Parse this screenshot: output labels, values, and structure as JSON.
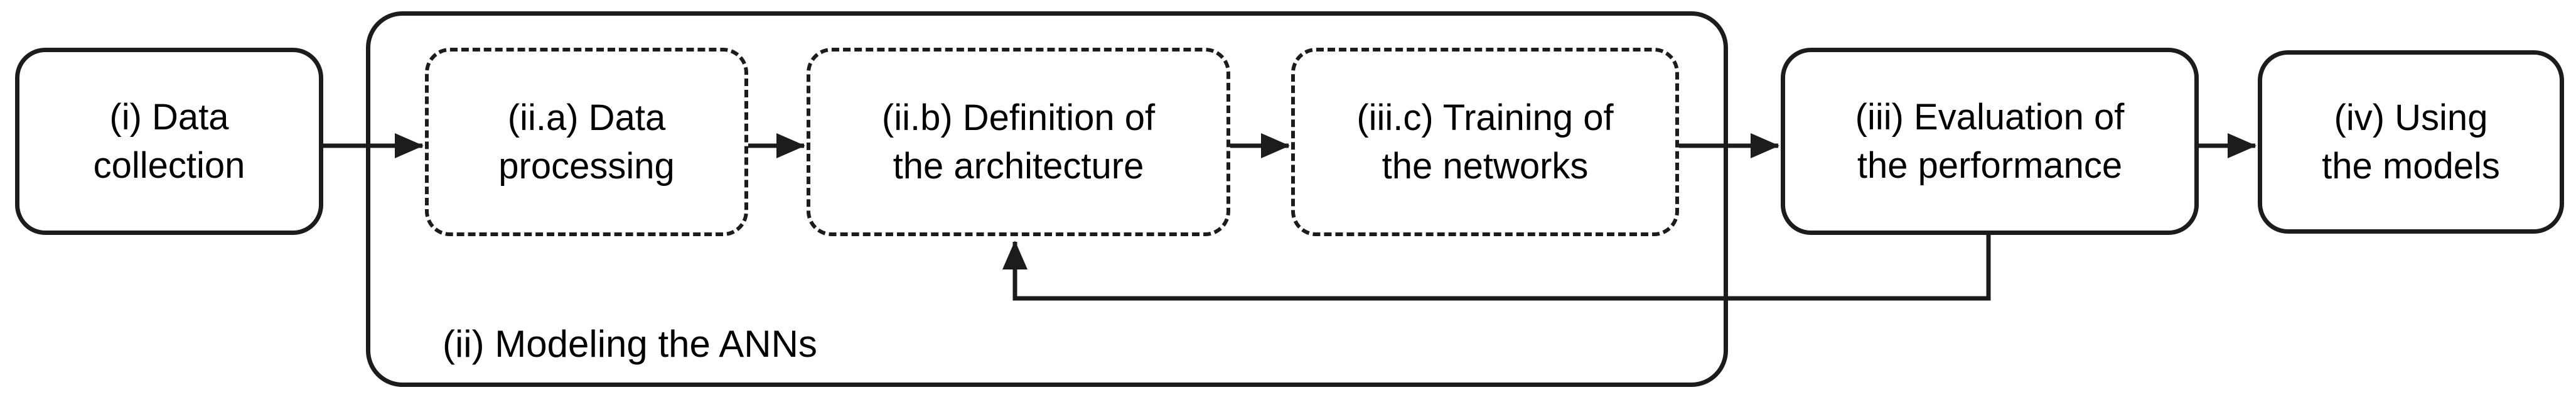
{
  "diagram": {
    "boxes": {
      "data_collection": {
        "line1": "(i) Data",
        "line2": "collection"
      },
      "data_processing": {
        "line1": "(ii.a) Data",
        "line2": "processing"
      },
      "architecture_definition": {
        "line1": "(ii.b) Definition of",
        "line2": "the architecture"
      },
      "network_training": {
        "line1": "(iii.c) Training of",
        "line2": "the networks"
      },
      "performance_evaluation": {
        "line1": "(iii) Evaluation of",
        "line2": "the performance"
      },
      "model_usage": {
        "line1": "(iv) Using",
        "line2": "the models"
      }
    },
    "container": {
      "label": "(ii) Modeling the ANNs"
    },
    "colors": {
      "stroke": "#1c1c1c",
      "background": "#ffffff",
      "text": "#000000"
    }
  }
}
